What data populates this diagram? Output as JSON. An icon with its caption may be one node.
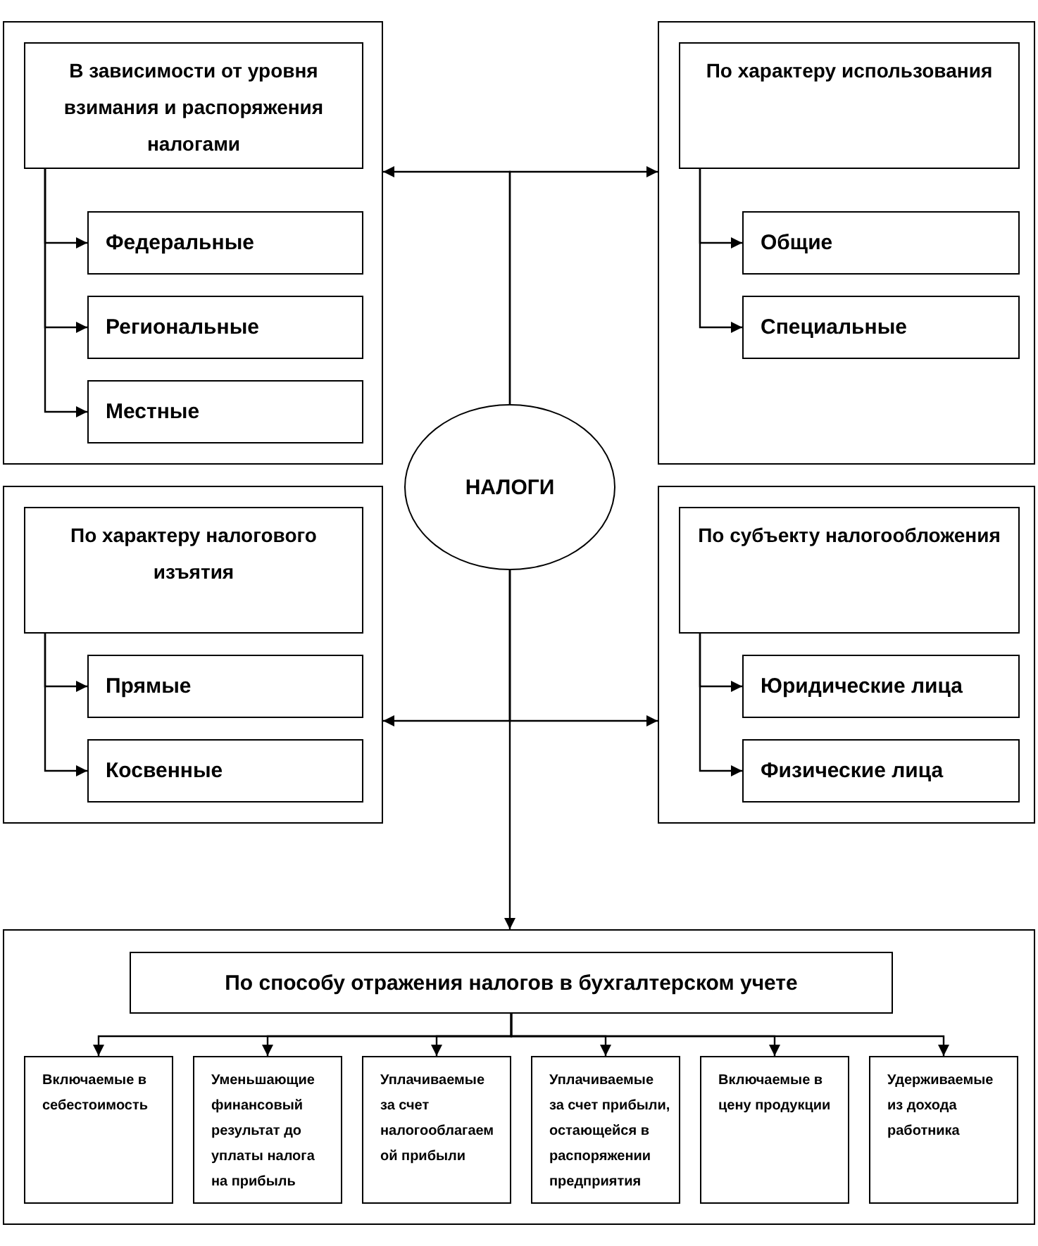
{
  "diagram": {
    "nodes": [
      {
        "text": [],
        "shape": "box"
      },
      {
        "text": [
          "В зависимости от уровня взимания и распоряжения налогами"
        ],
        "in": 0
      },
      {
        "text": [
          "Федеральные"
        ],
        "in": 0
      },
      {
        "text": [
          "Региональные"
        ],
        "in": 0
      },
      {
        "text": [
          "Местные"
        ],
        "in": 0
      },
      {
        "text": [],
        "shape": "box"
      },
      {
        "text": [
          "По характеру использования"
        ],
        "in": 5
      },
      {
        "text": [
          "Общие"
        ],
        "in": 5
      },
      {
        "text": [
          "Специальные"
        ],
        "in": 5
      },
      {
        "text": [
          "НАЛОГИ"
        ]
      },
      {
        "text": [],
        "shape": "box"
      },
      {
        "text": [
          "По характеру налогового изъятия"
        ],
        "in": 10
      },
      {
        "text": [
          "Прямые"
        ],
        "in": 10
      },
      {
        "text": [
          "Косвенные"
        ],
        "in": 10
      },
      {
        "text": [],
        "shape": "box"
      },
      {
        "text": [
          "По субъекту налогообложения"
        ],
        "in": 14
      },
      {
        "text": [
          "Юридические лица"
        ],
        "in": 14
      },
      {
        "text": [
          "Физические лица"
        ],
        "in": 14
      },
      {
        "text": [],
        "shape": "box"
      },
      {
        "text": [
          "По способу отражения налогов в бухгалтерском учете"
        ],
        "in": 18
      },
      {
        "text": [
          "Включаемые в себестоимость"
        ],
        "in": 18
      },
      {
        "text": [
          "Уменьшающие финансовый результат до уплаты налога на прибыль"
        ],
        "in": 18
      },
      {
        "text": [
          "Уплачиваемые за счет налогооблагаемой прибыли"
        ],
        "in": 18
      },
      {
        "text": [
          "Уплачиваемые за счет прибыли, остающейся в распоряжении предприятия"
        ],
        "in": 18
      },
      {
        "text": [
          "Включаемые в цену продукции"
        ],
        "in": 18
      },
      {
        "text": [
          "Удерживаемые из дохода работника"
        ],
        "in": 18
      }
    ],
    "edges": [
      {
        "from": 9,
        "to": 0,
        "arrow": "to"
      },
      {
        "from": 9,
        "to": 5,
        "arrow": "to"
      },
      {
        "from": 9,
        "to": 10,
        "arrow": "to"
      },
      {
        "from": 9,
        "to": 14,
        "arrow": "to"
      },
      {
        "from": 9,
        "to": 18,
        "arrow": "to"
      },
      {
        "from": 1,
        "to": 2,
        "arrow": "to"
      },
      {
        "from": 1,
        "to": 3,
        "arrow": "to"
      },
      {
        "from": 1,
        "to": 4,
        "arrow": "to"
      },
      {
        "from": 6,
        "to": 7,
        "arrow": "to"
      },
      {
        "from": 6,
        "to": 8,
        "arrow": "to"
      },
      {
        "from": 11,
        "to": 12,
        "arrow": "to"
      },
      {
        "from": 11,
        "to": 13,
        "arrow": "to"
      },
      {
        "from": 15,
        "to": 16,
        "arrow": "to"
      },
      {
        "from": 15,
        "to": 17,
        "arrow": "to"
      },
      {
        "from": 19,
        "to": 20,
        "arrow": "to"
      },
      {
        "from": 19,
        "to": 21,
        "arrow": "to"
      },
      {
        "from": 19,
        "to": 22,
        "arrow": "to"
      },
      {
        "from": 19,
        "to": 23,
        "arrow": "to"
      },
      {
        "from": 19,
        "to": 24,
        "arrow": "to"
      },
      {
        "from": 19,
        "to": 25,
        "arrow": "to"
      }
    ]
  }
}
